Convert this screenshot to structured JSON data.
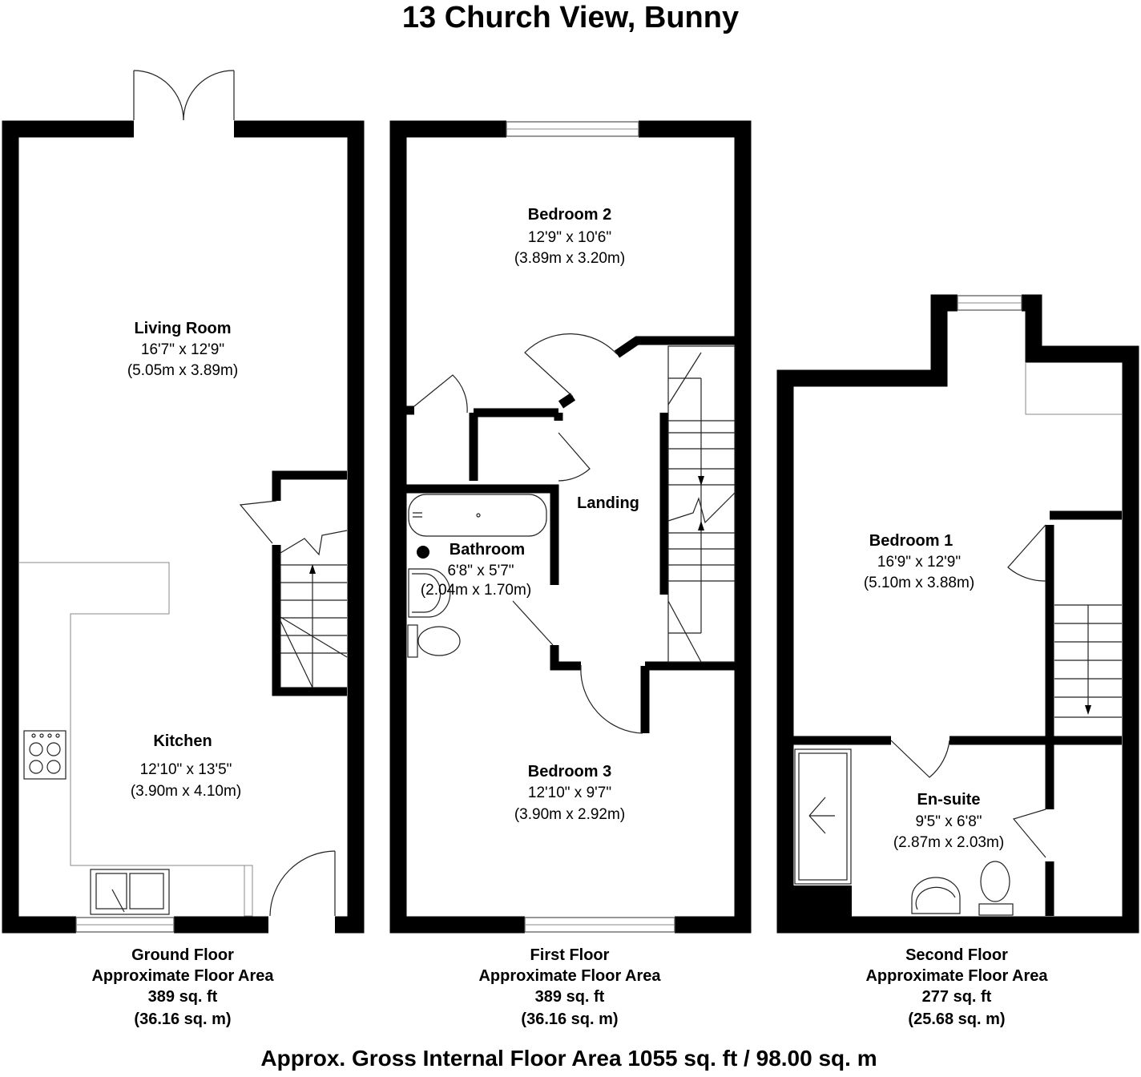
{
  "title": "13 Church View, Bunny",
  "rooms": {
    "living": {
      "name": "Living Room",
      "imperial": "16'7\" x 12'9\"",
      "metric": "(5.05m x 3.89m)"
    },
    "kitchen": {
      "name": "Kitchen",
      "imperial": "12'10\" x 13'5\"",
      "metric": "(3.90m x 4.10m)"
    },
    "bedroom2": {
      "name": "Bedroom 2",
      "imperial": "12'9\" x 10'6\"",
      "metric": "(3.89m x 3.20m)"
    },
    "landing": {
      "name": "Landing"
    },
    "bathroom": {
      "name": "Bathroom",
      "imperial": "6'8\" x 5'7\"",
      "metric": "(2.04m x 1.70m)"
    },
    "bedroom3": {
      "name": "Bedroom 3",
      "imperial": "12'10\" x 9'7\"",
      "metric": "(3.90m x 2.92m)"
    },
    "bedroom1": {
      "name": "Bedroom 1",
      "imperial": "16'9\" x 12'9\"",
      "metric": "(5.10m x 3.88m)"
    },
    "ensuite": {
      "name": "En-suite",
      "imperial": "9'5\" x 6'8\"",
      "metric": "(2.87m x 2.03m)"
    }
  },
  "floors": [
    {
      "name": "Ground Floor",
      "label": "Approximate Floor Area",
      "sqft": "389 sq. ft",
      "sqm": "(36.16 sq. m)"
    },
    {
      "name": "First Floor",
      "label": "Approximate Floor Area",
      "sqft": "389 sq. ft",
      "sqm": "(36.16 sq. m)"
    },
    {
      "name": "Second Floor",
      "label": "Approximate Floor Area",
      "sqft": "277 sq. ft",
      "sqm": "(25.68 sq. m)"
    }
  ],
  "total": "Approx. Gross Internal Floor Area 1055 sq. ft / 98.00 sq. m"
}
